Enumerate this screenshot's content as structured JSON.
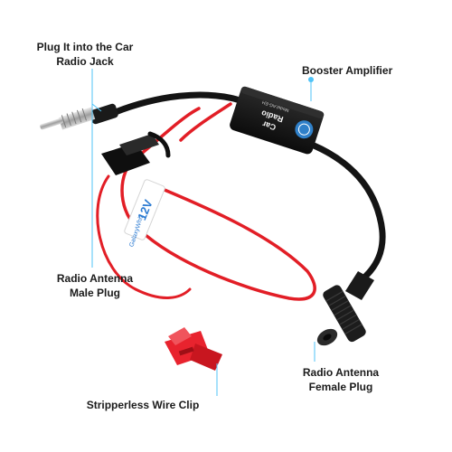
{
  "labels": {
    "radio_jack_line1": "Plug It into the Car",
    "radio_jack_line2": "Radio Jack",
    "booster": "Booster Amplifier",
    "male_plug_line1": "Radio Antenna",
    "male_plug_line2": "Male Plug",
    "wire_clip": "Stripperless Wire Clip",
    "female_plug_line1": "Radio Antenna",
    "female_plug_line2": "Female Plug"
  },
  "product_text": {
    "box_line1": "Car",
    "box_line2": "Radio",
    "box_line3": "Model:AG-EH",
    "voltage": "12V",
    "tag_brand": "GalaxyWhiz"
  },
  "colors": {
    "callout_accent": "#4fc3f7",
    "cable": "#141414",
    "power_wire": "#e21e26",
    "booster_body": "#151515",
    "booster_badge": "#2f80c9",
    "tag_text": "#2c7bd2",
    "wire_clip": "#e8232e",
    "metal": "#b9b9b9"
  },
  "icons": {
    "booster": "booster-amplifier-icon",
    "male_plug": "male-antenna-plug-icon",
    "female_plug": "female-antenna-plug-icon",
    "fuse": "fuse-holder-icon",
    "clip": "wire-clip-icon"
  }
}
